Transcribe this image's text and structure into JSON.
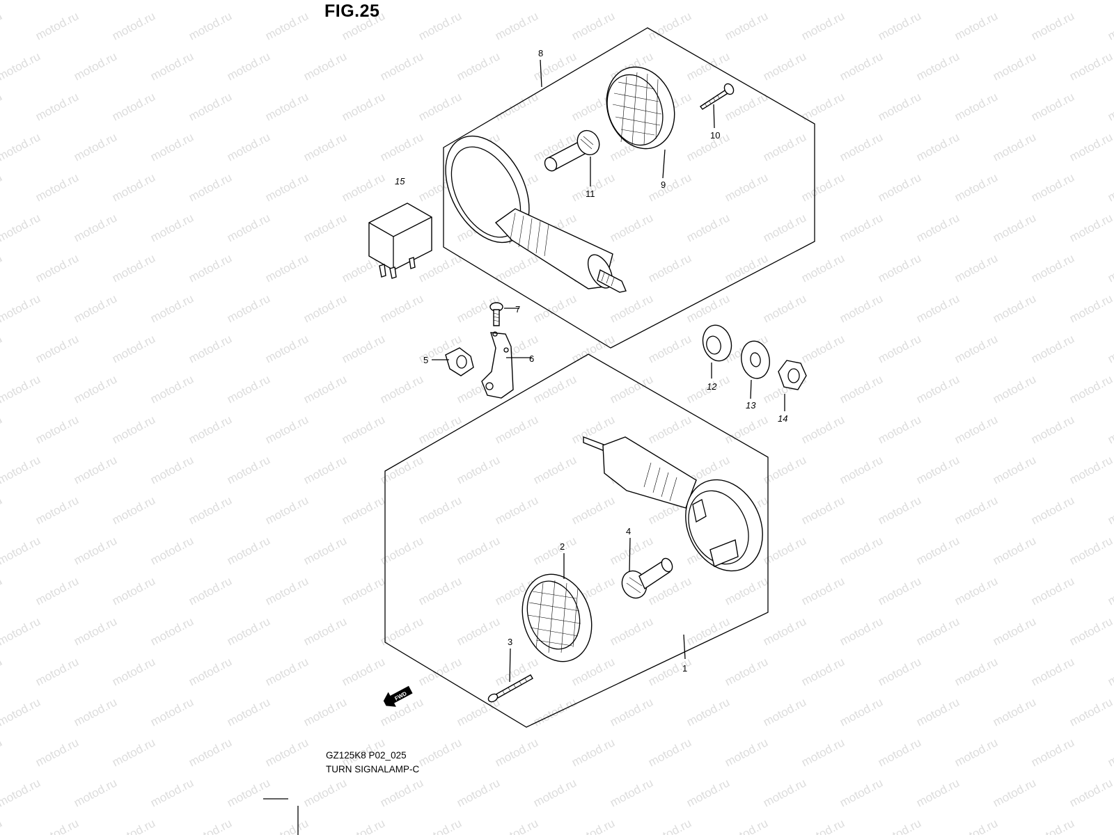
{
  "figure": {
    "title": "FIG.25"
  },
  "caption": {
    "model_code": "GZ125K8 P02_025",
    "name": "TURN SIGNALAMP-C"
  },
  "watermark": {
    "text": "motod.ru",
    "color": "#dcdcdc"
  },
  "fwd_badge": {
    "text": "FWD"
  },
  "part_labels": [
    {
      "ref": "1"
    },
    {
      "ref": "2"
    },
    {
      "ref": "3"
    },
    {
      "ref": "4"
    },
    {
      "ref": "5"
    },
    {
      "ref": "6"
    },
    {
      "ref": "7"
    },
    {
      "ref": "8"
    },
    {
      "ref": "9"
    },
    {
      "ref": "10"
    },
    {
      "ref": "11"
    },
    {
      "ref": "12"
    },
    {
      "ref": "13"
    },
    {
      "ref": "14"
    },
    {
      "ref": "15"
    }
  ]
}
